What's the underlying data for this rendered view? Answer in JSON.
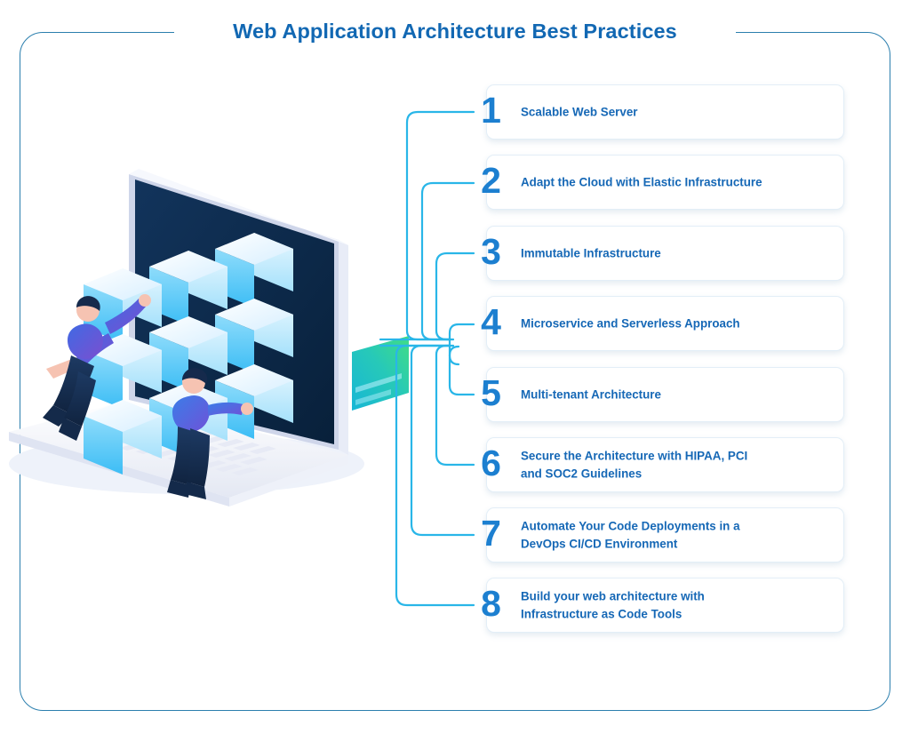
{
  "page": {
    "title": "Web Application Architecture Best Practices",
    "accent_blue": "#1268b3",
    "item_text_blue": "#1668b6",
    "number_blue": "#1c7fd0",
    "wire_cyan": "#29b6e8",
    "frame_border": "#2b7fae",
    "card_bg": "#ffffff",
    "background": "#ffffff"
  },
  "items": [
    {
      "number": "1",
      "label": "Scalable Web Server"
    },
    {
      "number": "2",
      "label": "Adapt the Cloud with Elastic Infrastructure"
    },
    {
      "number": "3",
      "label": "Immutable Infrastructure"
    },
    {
      "number": "4",
      "label": "Microservice and Serverless Approach"
    },
    {
      "number": "5",
      "label": "Multi-tenant Architecture"
    },
    {
      "number": "6",
      "label": "Secure the Architecture with HIPAA, PCI\nand SOC2 Guidelines"
    },
    {
      "number": "7",
      "label": "Automate Your Code Deployments in a\nDevOps CI/CD Environment"
    },
    {
      "number": "8",
      "label": "Build your web architecture with\nInfrastructure as Code Tools"
    }
  ],
  "illustration": {
    "name": "isometric-laptop-with-cube-stack-and-two-people",
    "laptop_screen_color": "#0f2d4e",
    "laptop_body_color": "#f2f4fa",
    "cube_face_light": "#e8f6ff",
    "cube_face_cyan": "#49c3f5",
    "person_shirt_color": "#3b5bd9",
    "accent_shape_colors": [
      "#2ec9c0",
      "#3ddc84",
      "#1fb6d8"
    ]
  }
}
